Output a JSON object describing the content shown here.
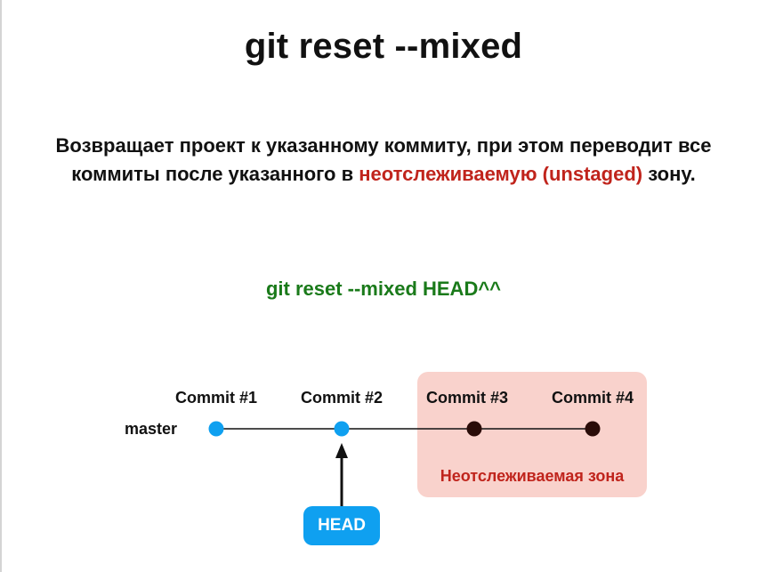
{
  "title": "git reset --mixed",
  "description": {
    "part1": "Возвращает проект к указанному коммиту, при этом переводит все коммиты после указанного в ",
    "highlight": "неотслеживаемую (unstaged)",
    "part2": " зону."
  },
  "command": "git reset --mixed HEAD^^",
  "branch": "master",
  "commits": [
    {
      "label": "Commit #1",
      "tracked": true
    },
    {
      "label": "Commit #2",
      "tracked": true
    },
    {
      "label": "Commit #3",
      "tracked": false
    },
    {
      "label": "Commit #4",
      "tracked": false
    }
  ],
  "head_label": "HEAD",
  "zone_label": "Неотслеживаемая зона",
  "colors": {
    "tracked_commit": "#0fa0f0",
    "untracked_commit": "#2a0c08",
    "zone_fill": "#f9d2cc",
    "highlight_red": "#c0241c",
    "command_green": "#1a7a1a"
  }
}
